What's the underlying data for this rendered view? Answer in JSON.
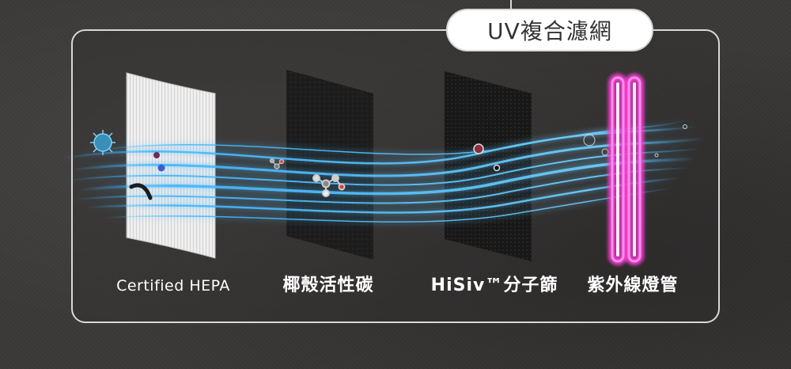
{
  "title": "UV複合濾網",
  "filters": [
    {
      "label": "Certified HEPA"
    },
    {
      "label": "椰殼活性碳"
    },
    {
      "label": "HiSiv™分子篩"
    },
    {
      "label": "紫外線燈管"
    }
  ],
  "colors": {
    "background": "#3b3938",
    "frame": "#d8d8d8",
    "airflow": "#3fb6ff",
    "uv_lamp": "#ff5ce6",
    "hepa": "#f2f2f2",
    "carbon": "#1c1c1c"
  }
}
